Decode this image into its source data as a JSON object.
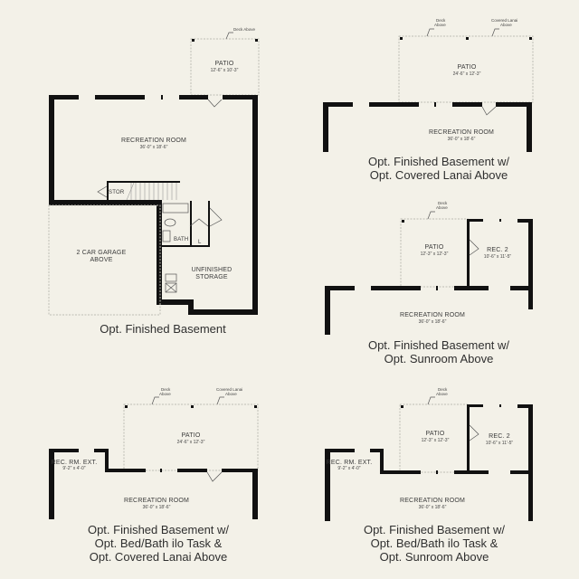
{
  "plans": [
    {
      "id": "plan-1",
      "caption": "Opt. Finished Basement",
      "rooms": [
        {
          "name": "PATIO",
          "dim": "12'-6\" x 10'-3\""
        },
        {
          "name": "RECREATION ROOM",
          "dim": "36'-0\" x 18'-6\""
        },
        {
          "name": "STOR",
          "dim": ""
        },
        {
          "name": "BATH",
          "dim": ""
        },
        {
          "name": "L",
          "dim": ""
        },
        {
          "name": "UNFINISHED STORAGE",
          "dim": ""
        },
        {
          "name": "2 CAR GARAGE ABOVE",
          "dim": ""
        }
      ],
      "notes": [
        "Deck Above"
      ]
    },
    {
      "id": "plan-2",
      "caption_lines": [
        "Opt. Finished Basement w/",
        "Opt. Covered Lanai Above"
      ],
      "rooms": [
        {
          "name": "PATIO",
          "dim": "24'-6\" x 12'-3\""
        },
        {
          "name": "RECREATION ROOM",
          "dim": "36'-0\" x 18'-6\""
        }
      ],
      "notes": [
        "Deck Above",
        "Covered Lanai Above"
      ]
    },
    {
      "id": "plan-3",
      "caption_lines": [
        "Opt. Finished Basement w/",
        "Opt. Sunroom Above"
      ],
      "rooms": [
        {
          "name": "PATIO",
          "dim": "12'-3\" x 12'-3\""
        },
        {
          "name": "REC. 2",
          "dim": "10'-6\" x 11'-5\""
        },
        {
          "name": "RECREATION ROOM",
          "dim": "36'-0\" x 18'-6\""
        }
      ],
      "notes": [
        "Deck Above"
      ]
    },
    {
      "id": "plan-4",
      "caption_lines": [
        "Opt. Finished Basement w/",
        "Opt. Bed/Bath ilo Task &",
        "Opt. Covered Lanai Above"
      ],
      "rooms": [
        {
          "name": "REC. RM. EXT.",
          "dim": "9'-2\" x 4'-0\""
        },
        {
          "name": "PATIO",
          "dim": "24'-6\" x 12'-3\""
        },
        {
          "name": "RECREATION ROOM",
          "dim": "36'-0\" x 18'-6\""
        }
      ],
      "notes": [
        "Deck Above",
        "Covered Lanai Above"
      ]
    },
    {
      "id": "plan-5",
      "caption_lines": [
        "Opt. Finished Basement w/",
        "Opt. Bed/Bath ilo Task &",
        "Opt. Sunroom Above"
      ],
      "rooms": [
        {
          "name": "REC. RM. EXT.",
          "dim": "9'-2\" x 4'-0\""
        },
        {
          "name": "PATIO",
          "dim": "12'-3\" x 12'-3\""
        },
        {
          "name": "REC. 2",
          "dim": "10'-6\" x 11'-5\""
        },
        {
          "name": "RECREATION ROOM",
          "dim": "36'-0\" x 18'-6\""
        }
      ],
      "notes": [
        "Deck Above"
      ]
    }
  ],
  "colors": {
    "background": "#f3f1e8",
    "wall": "#111111",
    "dashed": "#bdbdb4"
  }
}
